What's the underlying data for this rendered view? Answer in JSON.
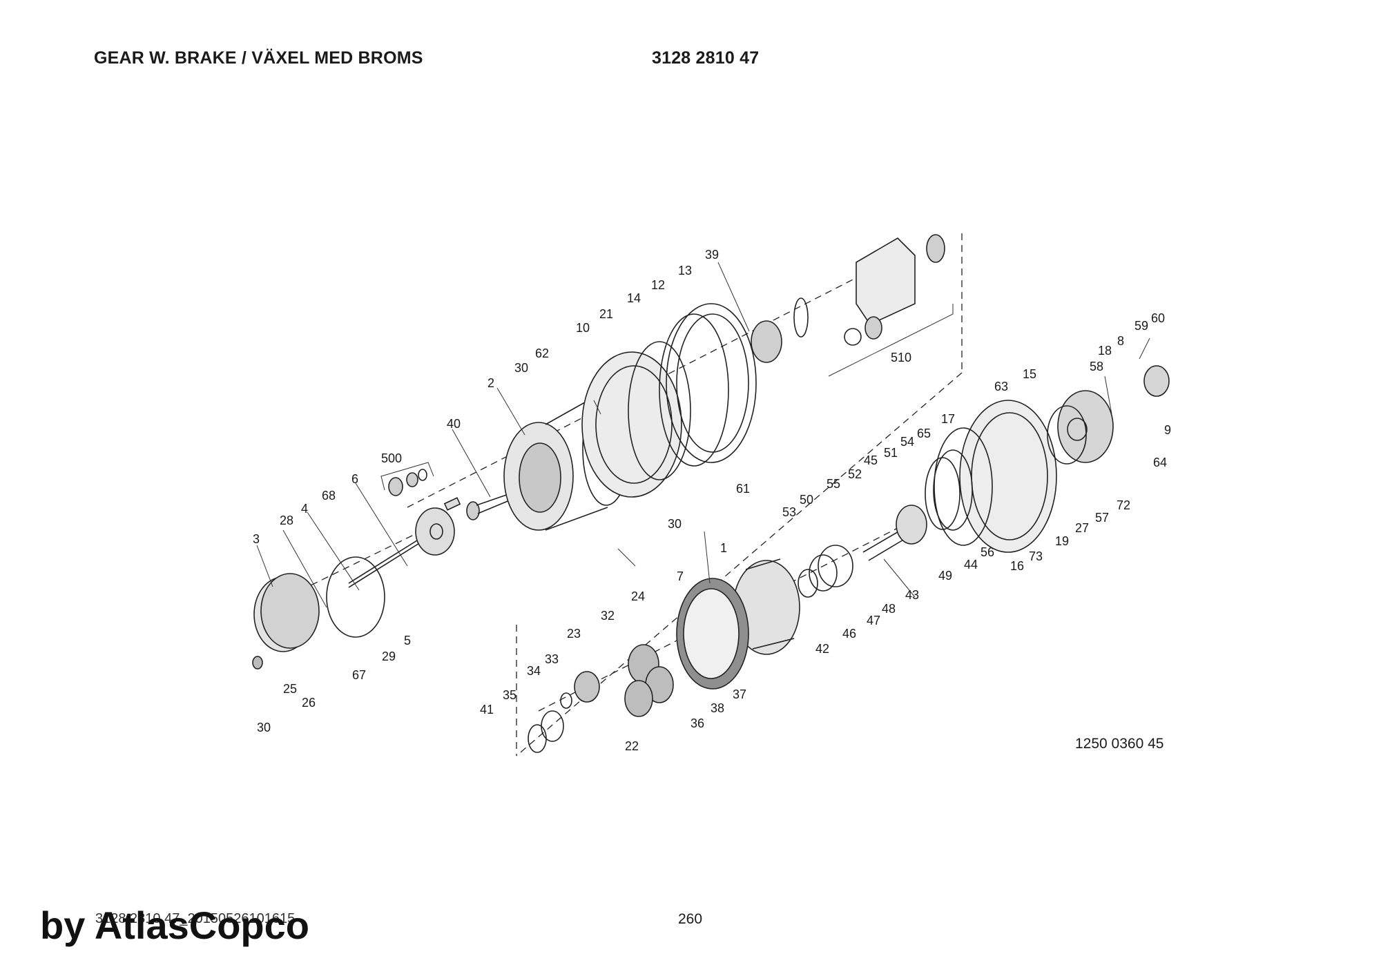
{
  "header": {
    "title": "GEAR W. BRAKE / VÄXEL MED BROMS",
    "part_number": "3128 2810 47"
  },
  "drawing_reference": "1250 0360 45",
  "footer": {
    "code": "3128 2810 47_20150526101615",
    "page": "260",
    "watermark": "by AtlasCopco"
  },
  "callouts": [
    "1",
    "2",
    "3",
    "4",
    "5",
    "6",
    "7",
    "8",
    "9",
    "10",
    "12",
    "13",
    "14",
    "15",
    "16",
    "17",
    "18",
    "19",
    "21",
    "22",
    "23",
    "24",
    "25",
    "26",
    "27",
    "28",
    "29",
    "30",
    "30",
    "30",
    "32",
    "33",
    "34",
    "35",
    "36",
    "37",
    "38",
    "39",
    "40",
    "41",
    "42",
    "43",
    "44",
    "45",
    "46",
    "47",
    "48",
    "49",
    "50",
    "51",
    "52",
    "53",
    "54",
    "55",
    "56",
    "57",
    "58",
    "59",
    "60",
    "61",
    "62",
    "63",
    "64",
    "65",
    "67",
    "68",
    "72",
    "73",
    "500",
    "510"
  ]
}
